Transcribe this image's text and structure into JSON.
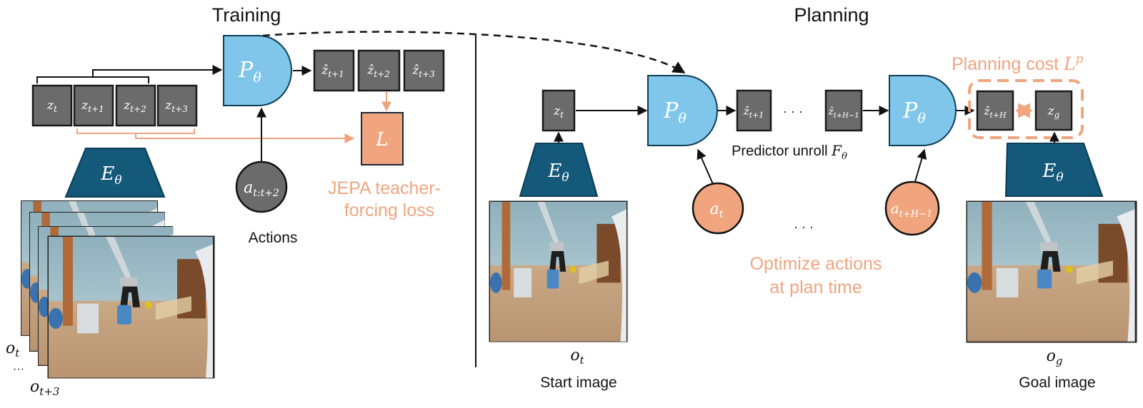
{
  "colors": {
    "latent_box": "#6b6b6b",
    "predictor": "#7fc6ea",
    "encoder": "#14587a",
    "loss": "#f0a57f",
    "action_gray": "#6b6b6b",
    "action_orange": "#f0a57f",
    "orange_text": "#f0a57f",
    "outline": "#1a1a1a"
  },
  "training": {
    "title": "Training",
    "latents": [
      {
        "base": "z",
        "sub": "t"
      },
      {
        "base": "z",
        "sub": "t+1"
      },
      {
        "base": "z",
        "sub": "t+2"
      },
      {
        "base": "z",
        "sub": "t+3"
      }
    ],
    "predictor": {
      "base": "P",
      "sub": "θ"
    },
    "encoder": {
      "base": "E",
      "sub": "θ"
    },
    "predictions": [
      {
        "base": "ẑ",
        "sub": "t+1"
      },
      {
        "base": "ẑ",
        "sub": "t+2"
      },
      {
        "base": "ẑ",
        "sub": "t+3"
      }
    ],
    "loss": {
      "label": "L"
    },
    "loss_caption_line1": "JEPA teacher-",
    "loss_caption_line2": "forcing loss",
    "action": {
      "base": "a",
      "sub": "t:t+2"
    },
    "actions_label": "Actions",
    "obs_first": {
      "base": "o",
      "sub": "t"
    },
    "obs_dots": "···",
    "obs_last": {
      "base": "o",
      "sub": "t+3"
    }
  },
  "planning": {
    "title": "Planning",
    "start_latent": {
      "base": "z",
      "sub": "t"
    },
    "predictor_1": {
      "base": "P",
      "sub": "θ"
    },
    "predictor_2": {
      "base": "P",
      "sub": "θ"
    },
    "encoder_start": {
      "base": "E",
      "sub": "θ"
    },
    "encoder_goal": {
      "base": "E",
      "sub": "θ"
    },
    "pred_first": {
      "base": "ẑ",
      "sub": "t+1"
    },
    "pred_dots": "· · ·",
    "pred_last": {
      "base": "ẑ",
      "sub": "t+H−1"
    },
    "pred_final": {
      "base": "ẑ",
      "sub": "t+H"
    },
    "goal_latent": {
      "base": "z",
      "sub": "g"
    },
    "unroll_label": "Predictor unroll",
    "unroll_symbol": {
      "base": "F",
      "sub": "θ"
    },
    "cost_label": "Planning cost",
    "cost_symbol": {
      "base": "L",
      "sup": "p"
    },
    "action_first": {
      "base": "a",
      "sub": "t"
    },
    "action_dots": "· · ·",
    "action_last": {
      "base": "a",
      "sub": "t+H−1"
    },
    "optimize_line1": "Optimize actions",
    "optimize_line2": "at plan time",
    "start_obs": {
      "base": "o",
      "sub": "t"
    },
    "start_image_label": "Start image",
    "goal_obs": {
      "base": "o",
      "sub": "g"
    },
    "goal_image_label": "Goal image"
  }
}
